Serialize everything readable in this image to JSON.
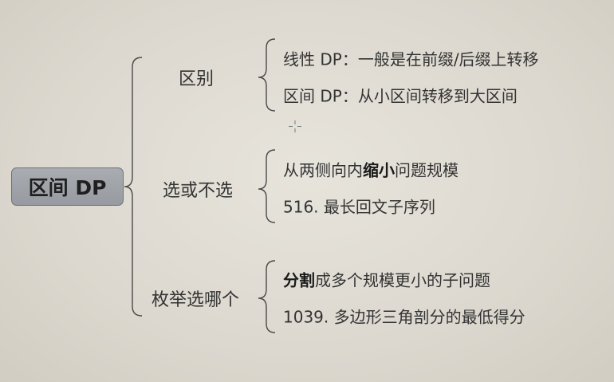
{
  "mindmap": {
    "root": "区间 DP",
    "branches": [
      {
        "label": "区别",
        "leaves": [
          {
            "bold": "",
            "text": "线性 DP：一般是在前缀/后缀上转移"
          },
          {
            "bold": "",
            "text": "区间 DP：从小区间转移到大区间"
          }
        ]
      },
      {
        "label": "选或不选",
        "leaves": [
          {
            "pre": "从两侧向内",
            "bold": "缩小",
            "text": "问题规模"
          },
          {
            "bold": "",
            "text": "516. 最长回文子序列"
          }
        ]
      },
      {
        "label": "枚举选哪个",
        "leaves": [
          {
            "bold": "分割",
            "text": "成多个规模更小的子问题"
          },
          {
            "bold": "",
            "text": "1039. 多边形三角剖分的最低得分"
          }
        ]
      }
    ]
  }
}
